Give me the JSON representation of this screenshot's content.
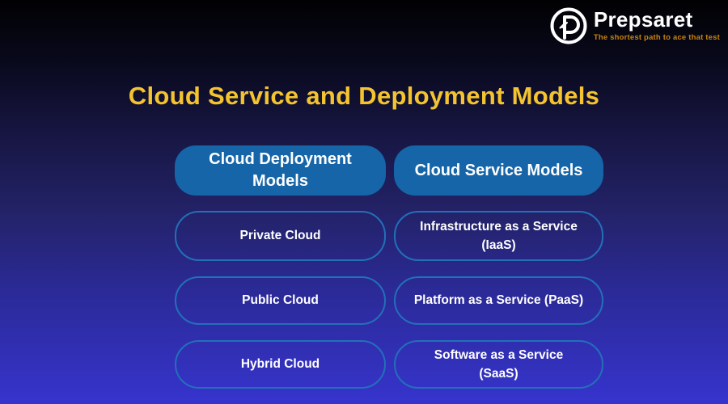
{
  "brand": {
    "name": "Prepsaret",
    "tagline": "The shortest path to ace that test",
    "logo_icon": "prepsaret-p-icon"
  },
  "title": "Cloud Service and Deployment Models",
  "columns": [
    {
      "header": "Cloud Deployment Models",
      "items": [
        "Private Cloud",
        "Public Cloud",
        "Hybrid Cloud"
      ]
    },
    {
      "header": "Cloud Service Models",
      "items": [
        "Infrastructure as a Service (IaaS)",
        "Platform as a Service (PaaS)",
        "Software as a Service (SaaS)"
      ]
    }
  ],
  "theme": {
    "title_color": "#f4c430",
    "header_fill": "#1565a8",
    "pill_border_row1": "#2270b8",
    "pill_border_row2": "#1f7fb0",
    "pill_border_row3": "#1f8da0",
    "tagline_color": "#c9820f",
    "bg_top": "#010103",
    "bg_bottom": "#3634cd",
    "text_color": "#ffffff"
  }
}
